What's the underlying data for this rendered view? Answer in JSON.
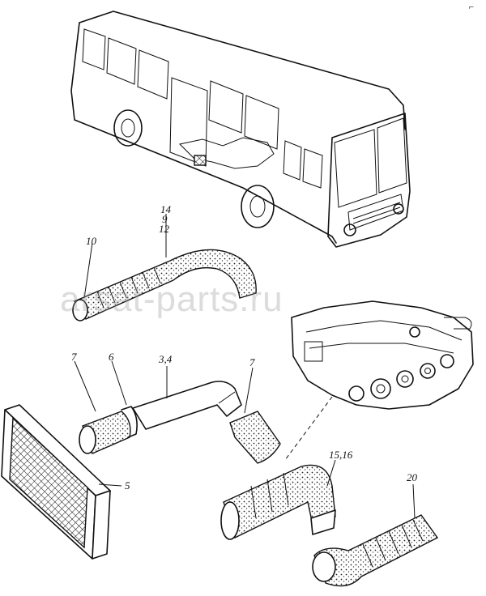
{
  "watermark": "arsat-parts.ru",
  "corner_mark": "⌐",
  "callouts": {
    "c14": "14",
    "c9": "9",
    "c12": "12",
    "c10": "10",
    "c7a": "7",
    "c6": "6",
    "c34": "3,4",
    "c7b": "7",
    "c5": "5",
    "c1516": "15,16",
    "c20": "20"
  }
}
